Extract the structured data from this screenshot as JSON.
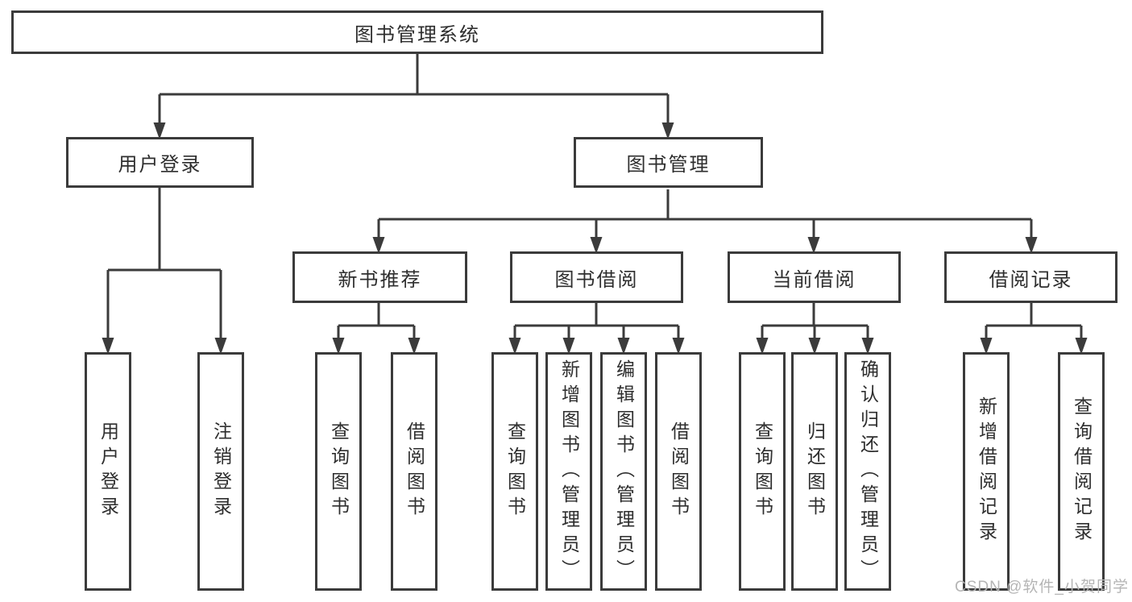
{
  "title": {
    "label": "图书管理系统"
  },
  "branches": {
    "level2": [
      {
        "label": "用户登录"
      },
      {
        "label": "图书管理"
      }
    ],
    "level3": [
      {
        "label": "新书推荐",
        "parent": "图书管理"
      },
      {
        "label": "图书借阅",
        "parent": "图书管理"
      },
      {
        "label": "当前借阅",
        "parent": "图书管理"
      },
      {
        "label": "借阅记录",
        "parent": "图书管理"
      }
    ],
    "leaves": [
      {
        "label": "用户登录",
        "parent": "用户登录"
      },
      {
        "label": "注销登录",
        "parent": "用户登录"
      },
      {
        "label": "查询图书",
        "parent": "新书推荐"
      },
      {
        "label": "借阅图书",
        "parent": "新书推荐"
      },
      {
        "label": "查询图书",
        "parent": "图书借阅"
      },
      {
        "label": "新增图书（管理员）",
        "parent": "图书借阅"
      },
      {
        "label": "编辑图书（管理员）",
        "parent": "图书借阅"
      },
      {
        "label": "借阅图书",
        "parent": "图书借阅"
      },
      {
        "label": "查询图书",
        "parent": "当前借阅"
      },
      {
        "label": "归还图书",
        "parent": "当前借阅"
      },
      {
        "label": "确认归还（管理员）",
        "parent": "当前借阅"
      },
      {
        "label": "新增借阅记录",
        "parent": "借阅记录"
      },
      {
        "label": "查询借阅记录",
        "parent": "借阅记录"
      }
    ]
  },
  "watermark": {
    "text": "CSDN @软件_小贺同学"
  },
  "colors": {
    "line": "#3b3b3b",
    "text": "#2e2e2e",
    "watermark": "#b5b5b5",
    "background": "#ffffff"
  }
}
